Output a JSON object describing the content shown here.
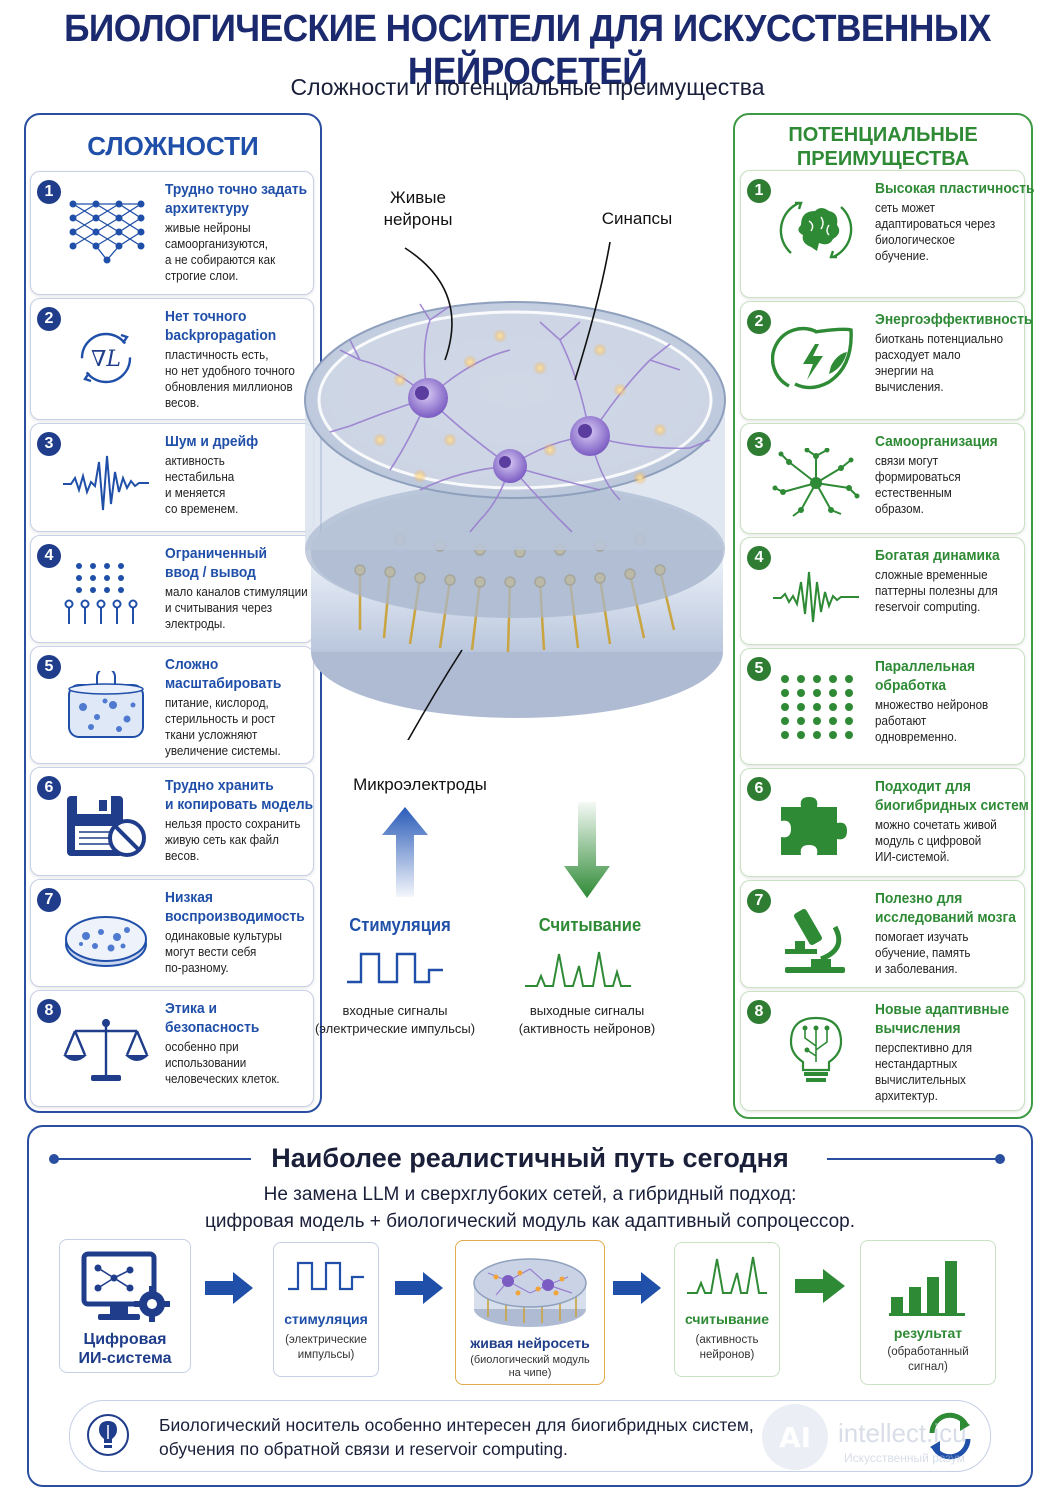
{
  "header": {
    "title": "БИОЛОГИЧЕСКИЕ НОСИТЕЛИ ДЛЯ ИСКУССТВЕННЫХ НЕЙРОСЕТЕЙ",
    "subtitle": "Сложности и потенциальные преимущества"
  },
  "colors": {
    "blue": "#1f4fa8",
    "green": "#2e8a35",
    "purple": "#8b6fc6",
    "gold": "#d8a93a"
  },
  "challenges": {
    "title": "СЛОЖНОСТИ",
    "items": [
      {
        "n": "1",
        "icon": "layered-network-icon",
        "h": [
          "Трудно точно задать",
          "архитектуру"
        ],
        "d": [
          "живые нейроны",
          "самоорганизуются,",
          "а не собираются как",
          "строгие слои."
        ]
      },
      {
        "n": "2",
        "icon": "gradient-cycle-icon",
        "h": [
          "Нет точного",
          "backpropagation"
        ],
        "d": [
          "пластичность есть,",
          "но нет удобного точного",
          "обновления миллионов",
          "весов."
        ]
      },
      {
        "n": "3",
        "icon": "noise-wave-icon",
        "h": [
          "Шум и дрейф"
        ],
        "d": [
          "активность",
          "нестабильна",
          "и меняется",
          "со временем."
        ]
      },
      {
        "n": "4",
        "icon": "electrode-grid-icon",
        "h": [
          "Ограниченный",
          "ввод / вывод"
        ],
        "d": [
          "мало каналов стимуляции",
          "и считывания через",
          "электроды."
        ]
      },
      {
        "n": "5",
        "icon": "culture-jar-icon",
        "h": [
          "Сложно",
          "масштабировать"
        ],
        "d": [
          "питание, кислород,",
          "стерильность и рост",
          "ткани усложняют",
          "увеличение системы."
        ]
      },
      {
        "n": "6",
        "icon": "floppy-forbidden-icon",
        "h": [
          "Трудно хранить",
          "и копировать модель"
        ],
        "d": [
          "нельзя просто сохранить",
          "живую сеть как файл",
          "весов."
        ]
      },
      {
        "n": "7",
        "icon": "petri-dish-icon",
        "h": [
          "Низкая",
          "воспроизводимость"
        ],
        "d": [
          "одинаковые культуры",
          "могут вести себя",
          "по-разному."
        ]
      },
      {
        "n": "8",
        "icon": "scales-icon",
        "h": [
          "Этика и",
          "безопасность"
        ],
        "d": [
          "особенно при",
          "использовании",
          "человеческих клеток."
        ]
      }
    ]
  },
  "benefits": {
    "title": [
      "ПОТЕНЦИАЛЬНЫЕ",
      "ПРЕИМУЩЕСТВА"
    ],
    "items": [
      {
        "n": "1",
        "icon": "brain-cycle-icon",
        "h": [
          "Высокая пластичность"
        ],
        "d": [
          "сеть может",
          "адаптироваться через",
          "биологическое",
          "обучение."
        ]
      },
      {
        "n": "2",
        "icon": "leaf-bolt-icon",
        "h": [
          "Энергоэффективность"
        ],
        "d": [
          "биоткань потенциально",
          "расходует мало",
          "энергии на",
          "вычисления."
        ]
      },
      {
        "n": "3",
        "icon": "branching-network-icon",
        "h": [
          "Самоорганизация"
        ],
        "d": [
          "связи могут",
          "формироваться",
          "естественным",
          "образом."
        ]
      },
      {
        "n": "4",
        "icon": "dynamic-wave-icon",
        "h": [
          "Богатая динамика"
        ],
        "d": [
          "сложные временные",
          "паттерны полезны для",
          "reservoir computing."
        ]
      },
      {
        "n": "5",
        "icon": "dot-grid-icon",
        "h": [
          "Параллельная",
          "обработка"
        ],
        "d": [
          "множество нейронов",
          "работают",
          "одновременно."
        ]
      },
      {
        "n": "6",
        "icon": "puzzle-icon",
        "h": [
          "Подходит для",
          "биогибридных систем"
        ],
        "d": [
          "можно сочетать живой",
          "модуль с цифровой",
          "ИИ-системой."
        ]
      },
      {
        "n": "7",
        "icon": "microscope-icon",
        "h": [
          "Полезно для",
          "исследований мозга"
        ],
        "d": [
          "помогает изучать",
          "обучение, память",
          "и заболевания."
        ]
      },
      {
        "n": "8",
        "icon": "lightbulb-circuit-icon",
        "h": [
          "Новые адаптивные",
          "вычисления"
        ],
        "d": [
          "перспективно для",
          "нестандартных",
          "вычислительных",
          "архитектур."
        ]
      }
    ]
  },
  "center": {
    "live_neurons": [
      "Живые",
      "нейроны"
    ],
    "synapses": "Синапсы",
    "microelectrodes": "Микроэлектроды",
    "stimulation": "Стимуляция",
    "stimulation_desc": [
      "входные сигналы",
      "(электрические импульсы)"
    ],
    "readout": "Считывание",
    "readout_desc": [
      "выходные сигналы",
      "(активность нейронов)"
    ]
  },
  "bottom": {
    "title": "Наиболее реалистичный путь сегодня",
    "line1": "Не замена LLM и сверхглубоких сетей, а гибридный подход:",
    "line2": "цифровая модель + биологический модуль как адаптивный сопроцессор.",
    "steps": [
      {
        "label": [
          "Цифровая",
          "ИИ-система"
        ],
        "desc": []
      },
      {
        "label": [
          "стимуляция"
        ],
        "desc": [
          "(электрические",
          "импульсы)"
        ]
      },
      {
        "label": [
          "живая нейросеть"
        ],
        "desc": [
          "(биологический модуль",
          "на чипе)"
        ]
      },
      {
        "label": [
          "считывание"
        ],
        "desc": [
          "(активность",
          "нейронов)"
        ]
      },
      {
        "label": [
          "результат"
        ],
        "desc": [
          "(обработанный",
          "сигнал)"
        ]
      }
    ],
    "note": [
      "Биологический носитель особенно интересен для биогибридных систем,",
      "обучения по обратной связи и reservoir computing."
    ]
  },
  "watermark": {
    "brand": "intellect.icu",
    "tagline": "Искусственный разум"
  }
}
